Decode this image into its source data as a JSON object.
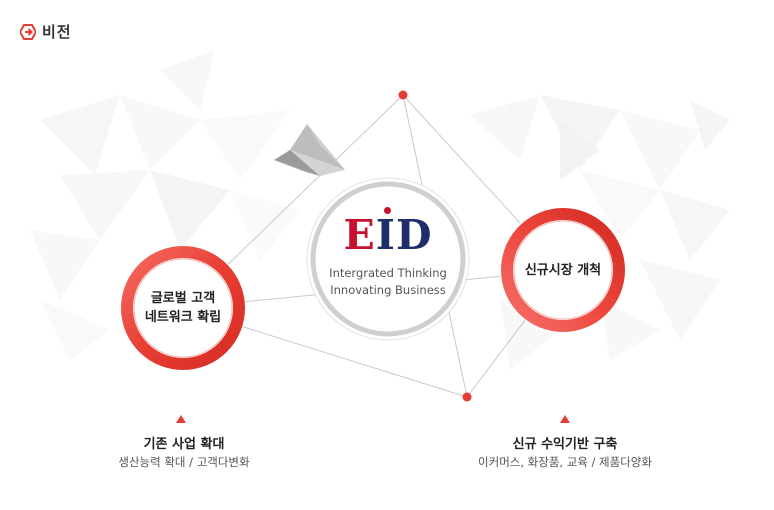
{
  "header": {
    "title": "비전",
    "icon": "vision-arrow-icon",
    "accent": "#e43c34"
  },
  "center": {
    "logo_e": "E",
    "logo_id": "ID",
    "line1": "Intergrated Thinking",
    "line2": "Innovating Business"
  },
  "left_node": {
    "line1": "글로벌 고객",
    "line2": "네트워크 확립"
  },
  "right_node": {
    "label": "신규시장 개척"
  },
  "left_caption": {
    "title": "기존 사업 확대",
    "subtitle": "생산능력 확대 / 고객다변화"
  },
  "right_caption": {
    "title": "신규 수익기반 구축",
    "subtitle": "이커머스, 화장품, 교육 / 제품다양화"
  },
  "colors": {
    "ring_light": "#f3645c",
    "ring_dark": "#c8241c",
    "navy": "#1f2d6a",
    "red": "#c8102e"
  }
}
